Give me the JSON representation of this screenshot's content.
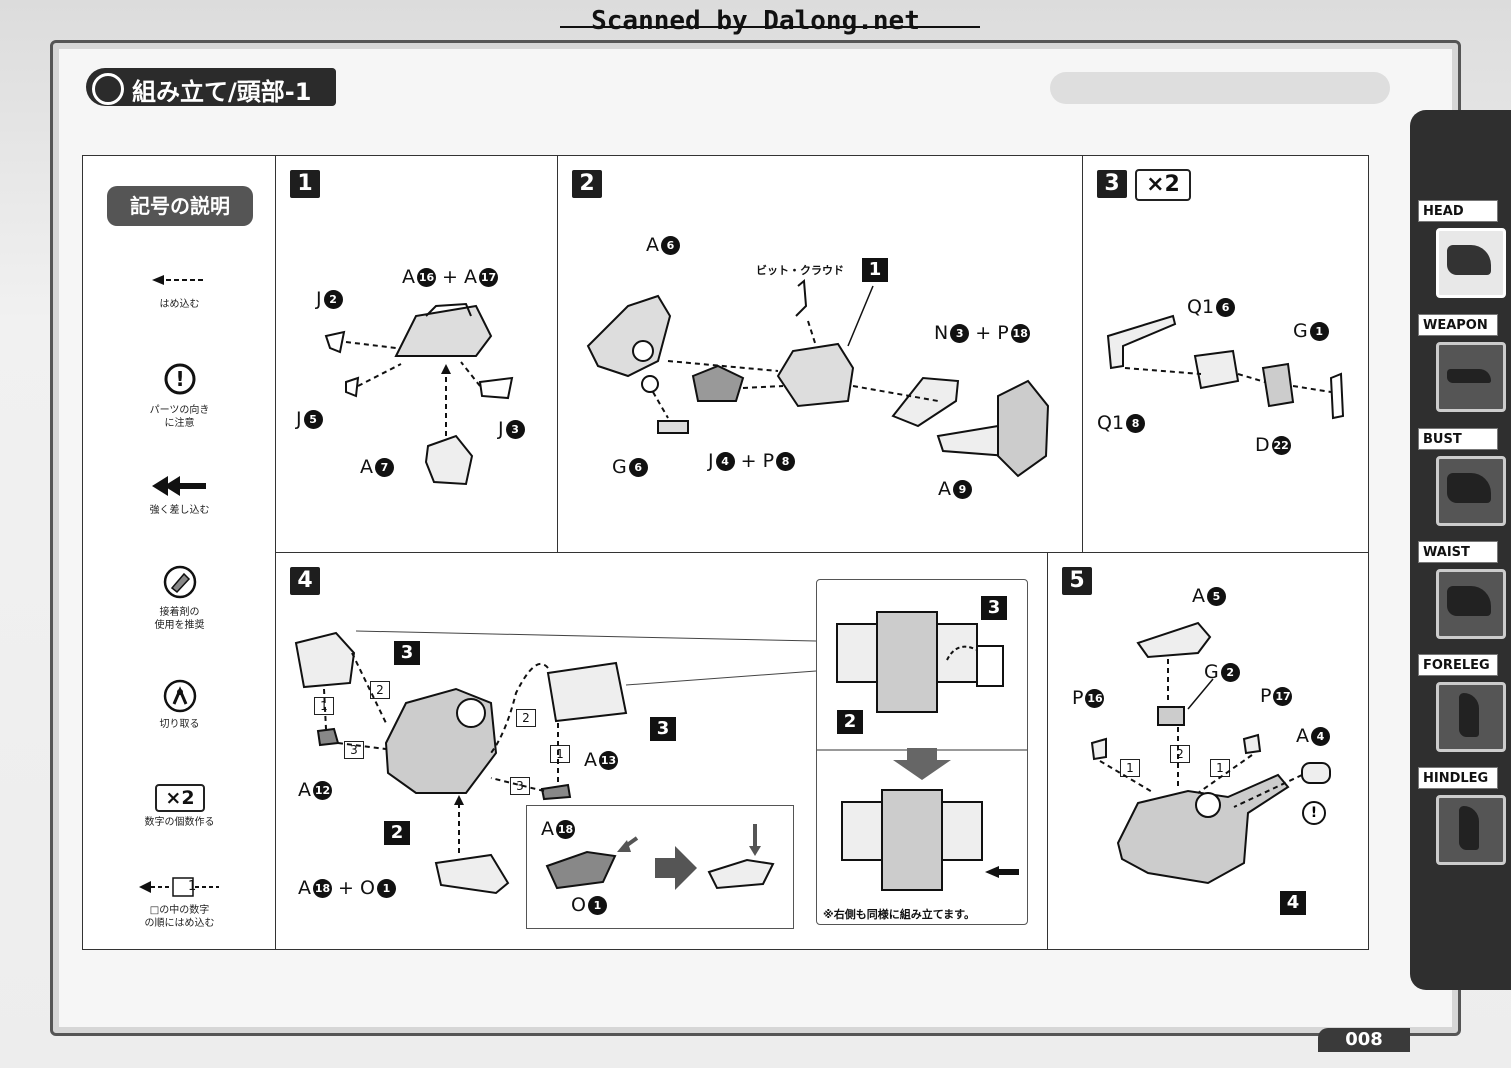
{
  "header": {
    "scan_credit": "Scanned by Dalong.net",
    "title": "組み立て/頭部-1",
    "page_number": "008"
  },
  "legend": {
    "title": "記号の説明",
    "items": [
      {
        "icon": "insert-arrow-icon",
        "label": "はめ込む"
      },
      {
        "icon": "caution-icon",
        "label": "パーツの向き\nに注意"
      },
      {
        "icon": "double-arrow-icon",
        "label": "強く差し込む"
      },
      {
        "icon": "glue-icon",
        "label": "接着剤の\n使用を推奨"
      },
      {
        "icon": "nipper-icon",
        "label": "切り取る"
      },
      {
        "icon": "times-two-icon",
        "symbol": "×2",
        "label": "数字の個数作る"
      },
      {
        "icon": "order-arrow-icon",
        "symbol": "1",
        "label": "□の中の数字\nの順にはめ込む"
      }
    ]
  },
  "steps": {
    "s1": {
      "num": "1",
      "parts": {
        "a16": "A",
        "a16n": "16",
        "a17": "A",
        "a17n": "17",
        "plus": "+",
        "j2": "J",
        "j2n": "2",
        "j5": "J",
        "j5n": "5",
        "j3": "J",
        "j3n": "3",
        "a7": "A",
        "a7n": "7"
      }
    },
    "s2": {
      "num": "2",
      "pilot": "ビット・クラウド",
      "ref": "1",
      "parts": {
        "a6": "A",
        "a6n": "6",
        "n3": "N",
        "n3n": "3",
        "p18": "P",
        "p18n": "18",
        "plus": "+",
        "g6": "G",
        "g6n": "6",
        "j4": "J",
        "j4n": "4",
        "p8": "P",
        "p8n": "8",
        "a9": "A",
        "a9n": "9"
      }
    },
    "s3": {
      "num": "3",
      "multiplier": "×2",
      "parts": {
        "q16": "Q1",
        "q16n": "6",
        "g1": "G",
        "g1n": "1",
        "q18": "Q1",
        "q18n": "8",
        "d22": "D",
        "d22n": "22"
      }
    },
    "s4": {
      "num": "4",
      "ref3": "3",
      "ref2": "2",
      "order": {
        "o1": "1",
        "o2": "2",
        "o3": "3"
      },
      "parts": {
        "a12": "A",
        "a12n": "12",
        "a13": "A",
        "a13n": "13",
        "a18": "A",
        "a18n": "18",
        "o1": "O",
        "o1n": "1",
        "plus": "+"
      },
      "note": "※右側も同様に組み立てます。"
    },
    "s5": {
      "num": "5",
      "ref4": "4",
      "order": {
        "o1": "1",
        "o2": "2"
      },
      "parts": {
        "a5": "A",
        "a5n": "5",
        "g2": "G",
        "g2n": "2",
        "p16": "P",
        "p16n": "16",
        "p17": "P",
        "p17n": "17",
        "a4": "A",
        "a4n": "4"
      }
    }
  },
  "tabs": [
    {
      "label": "HEAD",
      "active": true,
      "icon": "head-icon"
    },
    {
      "label": "WEAPON",
      "active": false,
      "icon": "weapon-icon"
    },
    {
      "label": "BUST",
      "active": false,
      "icon": "bust-icon"
    },
    {
      "label": "WAIST",
      "active": false,
      "icon": "waist-icon"
    },
    {
      "label": "FORELEG",
      "active": false,
      "icon": "foreleg-icon"
    },
    {
      "label": "HINDLEG",
      "active": false,
      "icon": "hindleg-icon"
    }
  ]
}
